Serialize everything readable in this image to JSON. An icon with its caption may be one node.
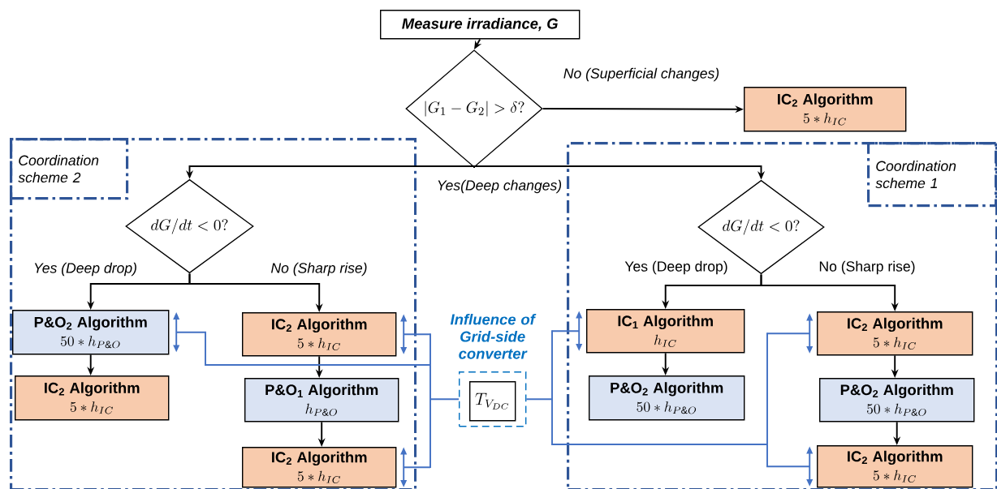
{
  "diagram": {
    "nodes": [
      {
        "text": [
          "Measure irradiance, G"
        ]
      },
      {
        "text": [
          "|G_1 - G_2| > \\delta?"
        ]
      },
      {
        "text": [
          "IC$_{2}$ Algorithm",
          "5 * h_{IC}"
        ]
      },
      {
        "text": [
          "Coordination scheme 2"
        ]
      },
      {
        "text": [
          "dG/dt < 0?"
        ],
        "in": 3
      },
      {
        "text": [
          "P&O$_{2}$ Algorithm",
          "50 * h_{P\\&O}"
        ],
        "in": 3
      },
      {
        "text": [
          "IC$_{2}$ Algorithm",
          "5 * h_{IC}"
        ],
        "in": 3
      },
      {
        "text": [
          "IC$_{2}$ Algorithm",
          "5 * h_{IC}"
        ],
        "in": 3
      },
      {
        "text": [
          "P&O$_{1}$ Algorithm",
          "h_{P\\&O}"
        ],
        "in": 3
      },
      {
        "text": [
          "IC$_{2}$ Algorithm",
          "5 * h_{IC}"
        ],
        "in": 3
      },
      {
        "text": [
          "Influence of Grid-side converter"
        ]
      },
      {
        "text": [
          "T_{V_{DC}}"
        ],
        "in": 10
      },
      {
        "text": [
          "Coordination scheme 1"
        ]
      },
      {
        "text": [
          "dG/dt < 0?"
        ],
        "in": 12
      },
      {
        "text": [
          "IC$_{1}$ Algorithm",
          "h_{IC}"
        ],
        "in": 12
      },
      {
        "text": [
          "IC$_{2}$ Algorithm",
          "5 * h_{IC}"
        ],
        "in": 12
      },
      {
        "text": [
          "P&O$_{2}$ Algorithm",
          "50 * h_{P\\&O}"
        ],
        "in": 12
      },
      {
        "text": [
          "P&O$_{2}$ Algorithm",
          "50 * h_{P\\&O}"
        ],
        "in": 12
      },
      {
        "text": [
          "IC$_{2}$ Algorithm",
          "5 * h_{IC}"
        ],
        "in": 12
      }
    ],
    "edges": [
      {
        "from": 0,
        "to": 1,
        "arrow": "to"
      },
      {
        "from": 1,
        "to": 2,
        "arrow": "to",
        "label": "No (Superficial changes)"
      },
      {
        "from": 1,
        "to": 4,
        "arrow": "to",
        "label": "Yes(Deep changes)"
      },
      {
        "from": 1,
        "to": 13,
        "arrow": "to"
      },
      {
        "from": 4,
        "to": 5,
        "arrow": "to",
        "label": "Yes (Deep drop)"
      },
      {
        "from": 4,
        "to": 6,
        "arrow": "to",
        "label": "No (Sharp rise)"
      },
      {
        "from": 5,
        "to": 7,
        "arrow": "to"
      },
      {
        "from": 6,
        "to": 8,
        "arrow": "to"
      },
      {
        "from": 8,
        "to": 9,
        "arrow": "to"
      },
      {
        "from": 13,
        "to": 14,
        "arrow": "to",
        "label": "Yes (Deep drop)"
      },
      {
        "from": 13,
        "to": 15,
        "arrow": "to",
        "label": "No (Sharp rise)"
      },
      {
        "from": 14,
        "to": 16,
        "arrow": "to"
      },
      {
        "from": 15,
        "to": 17,
        "arrow": "to"
      },
      {
        "from": 17,
        "to": 18,
        "arrow": "to"
      },
      {
        "from": 10,
        "to": 6,
        "arrow": "to",
        "color": "#4472c4"
      },
      {
        "from": 10,
        "to": 9,
        "arrow": "to",
        "color": "#4472c4"
      },
      {
        "from": 10,
        "to": 5,
        "arrow": "to",
        "color": "#4472c4"
      },
      {
        "from": 10,
        "to": 14,
        "arrow": "to",
        "color": "#4472c4"
      },
      {
        "from": 10,
        "to": 15,
        "arrow": "to",
        "color": "#4472c4"
      },
      {
        "from": 10,
        "to": 18,
        "arrow": "to",
        "color": "#4472c4"
      }
    ]
  }
}
